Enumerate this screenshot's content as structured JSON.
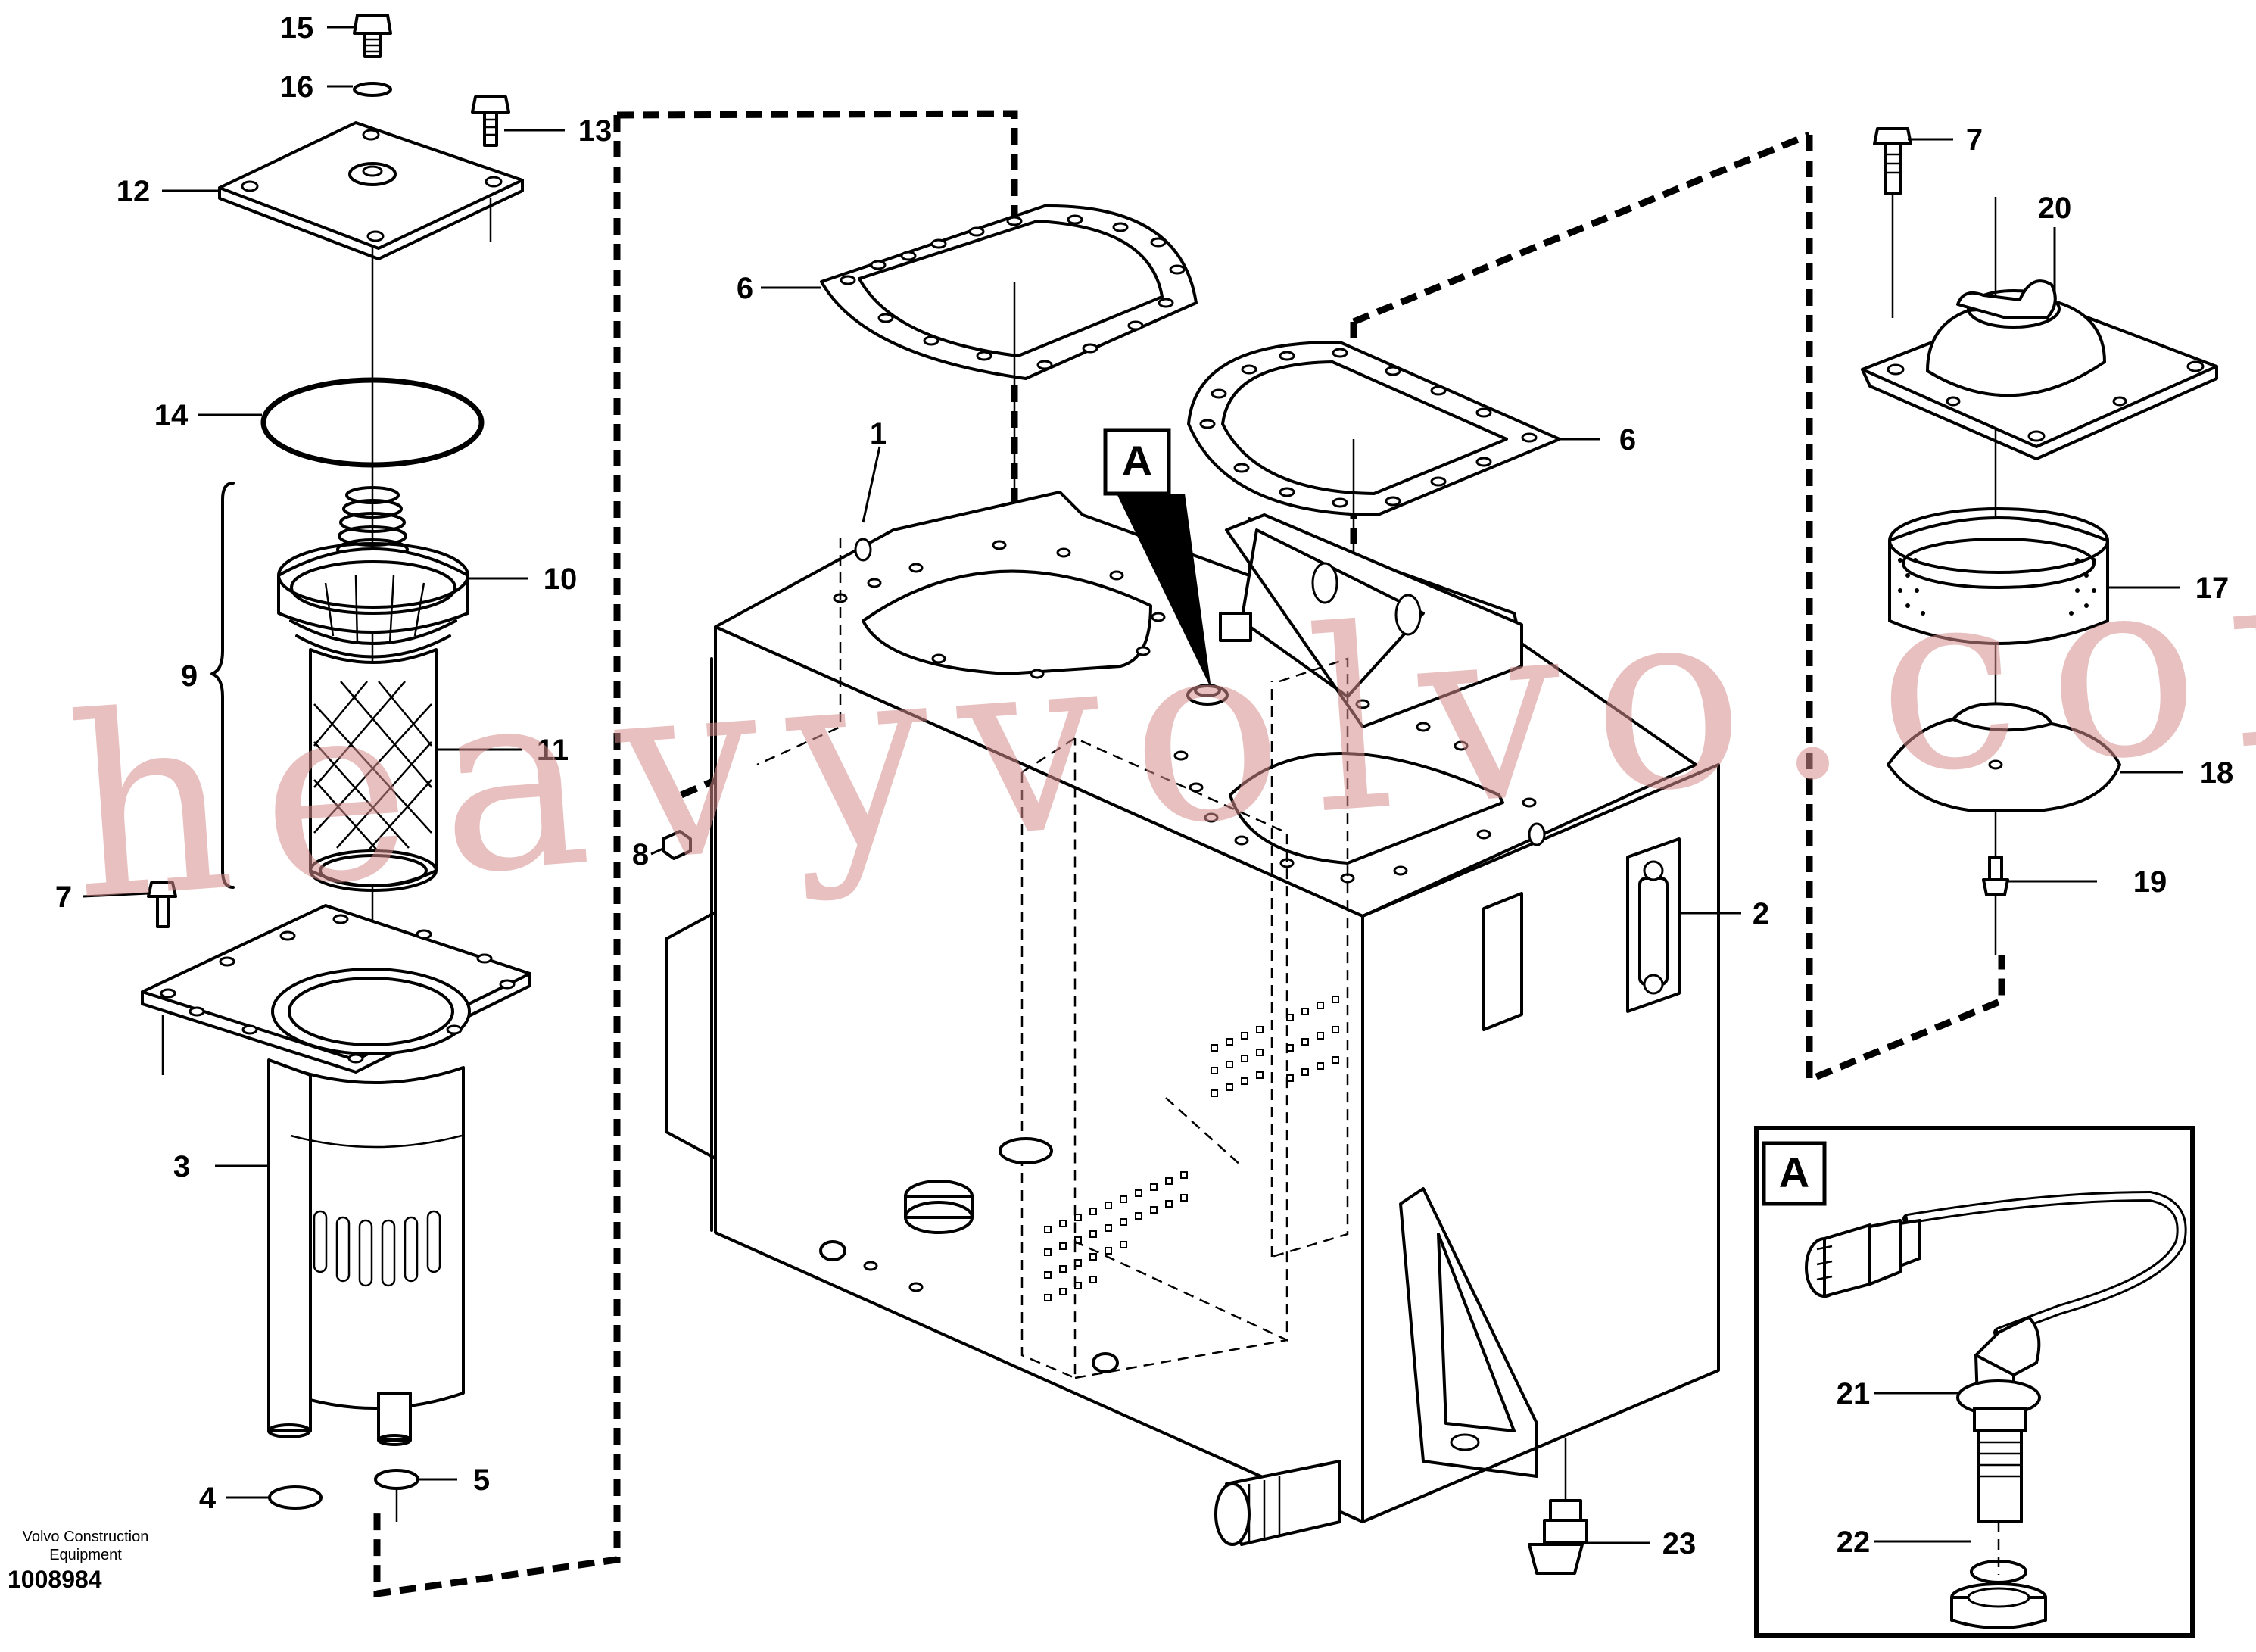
{
  "diagram": {
    "part_labels": {
      "p1": "1",
      "p2": "2",
      "p3": "3",
      "p4": "4",
      "p5": "5",
      "p6a": "6",
      "p6b": "6",
      "p7a": "7",
      "p7b": "7",
      "p8": "8",
      "p9": "9",
      "p10": "10",
      "p11": "11",
      "p12": "12",
      "p13": "13",
      "p14": "14",
      "p15": "15",
      "p16": "16",
      "p17": "17",
      "p18": "18",
      "p19": "19",
      "p20": "20",
      "p21": "21",
      "p22": "22",
      "p23": "23"
    },
    "detail_callout": "A",
    "detail_box_label": "A"
  },
  "footer": {
    "company_line1": "Volvo Construction",
    "company_line2": "Equipment",
    "drawing_number": "1008984"
  },
  "watermark": "heavyvolvo.com"
}
